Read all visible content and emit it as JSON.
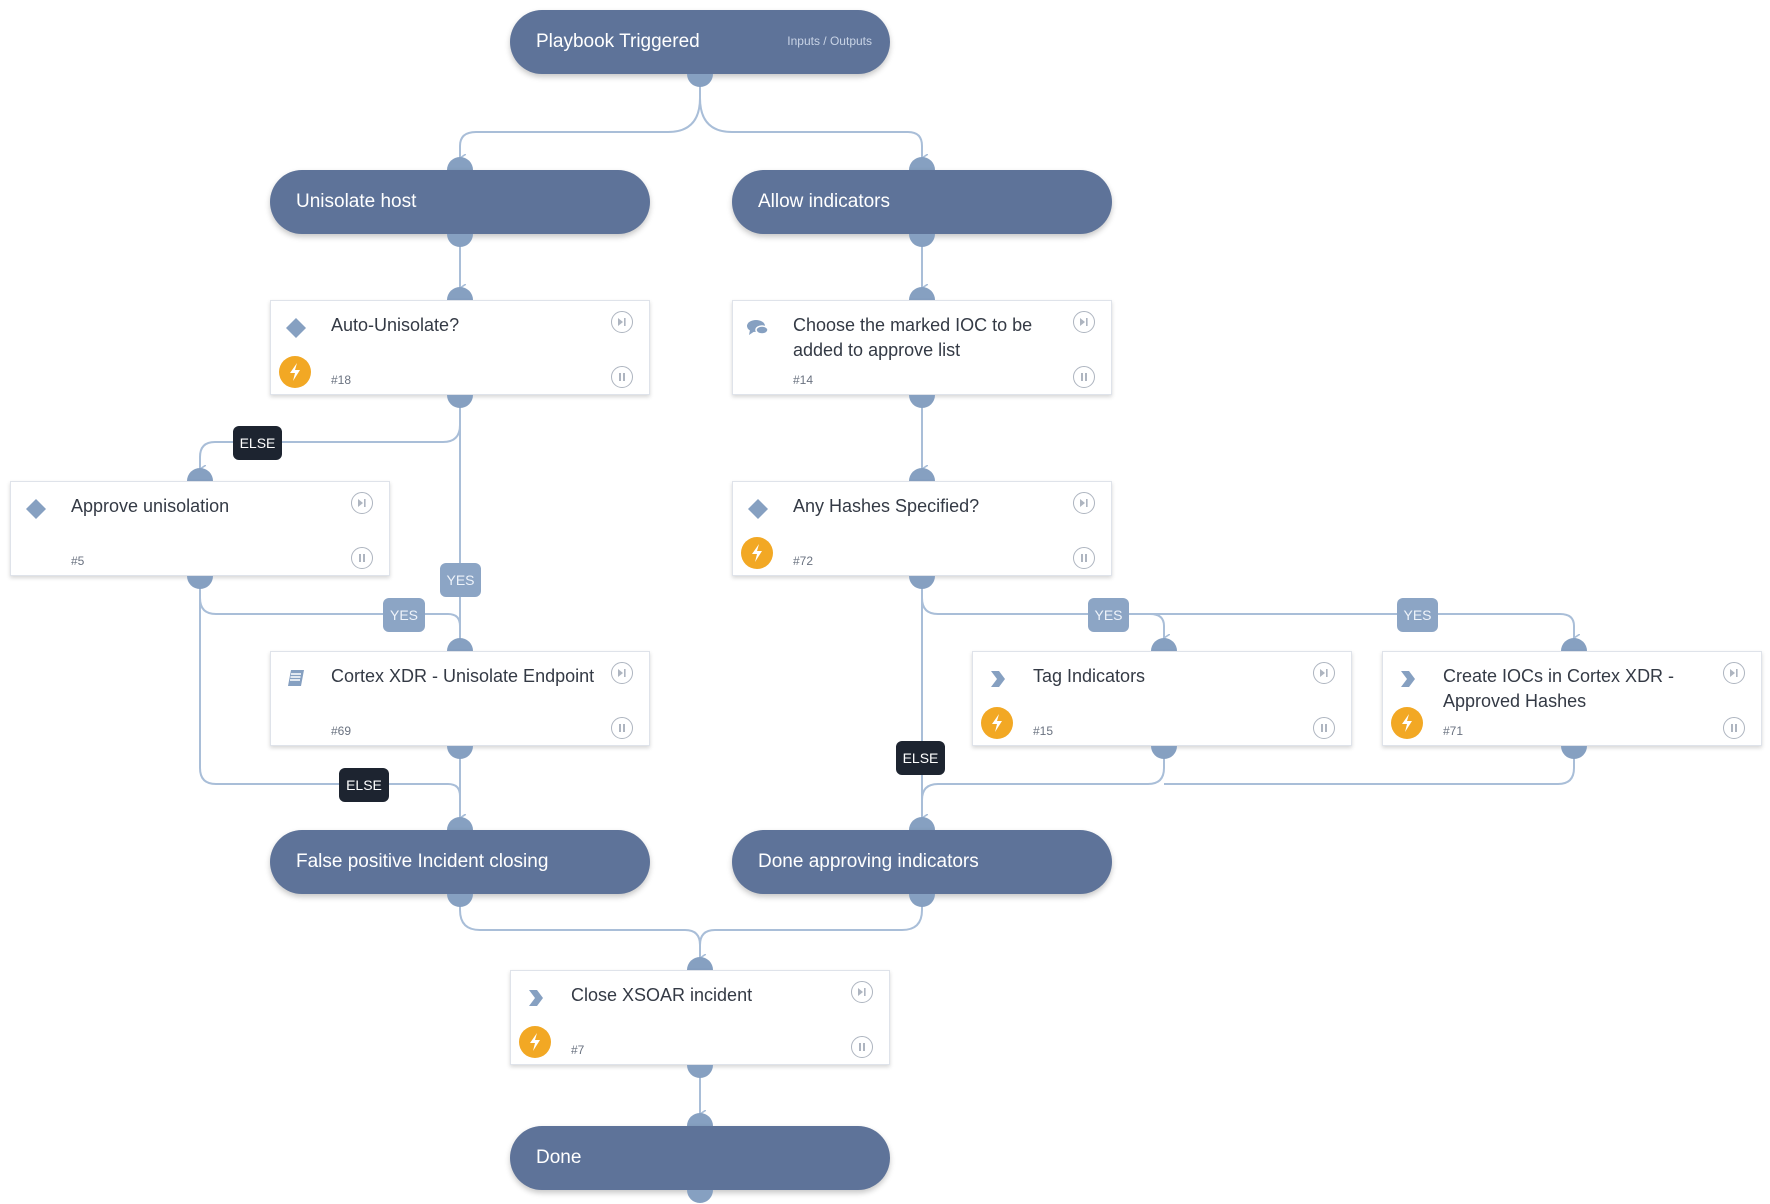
{
  "start": {
    "label": "Playbook Triggered",
    "io_label": "Inputs / Outputs"
  },
  "sections": {
    "unisolate": "Unisolate host",
    "allow": "Allow indicators",
    "false_positive": "False positive Incident closing",
    "done_approving": "Done approving indicators",
    "done": "Done"
  },
  "tasks": {
    "auto_unisolate": {
      "title": "Auto-Unisolate?",
      "number": "#18",
      "type": "condition-icon",
      "automated": true
    },
    "choose_ioc": {
      "title": "Choose the marked IOC to be added to approve list",
      "number": "#14",
      "type": "chat-icon",
      "automated": false
    },
    "approve_unisolation": {
      "title": "Approve unisolation",
      "number": "#5",
      "type": "condition-icon",
      "automated": false
    },
    "any_hashes": {
      "title": "Any Hashes Specified?",
      "number": "#72",
      "type": "condition-icon",
      "automated": true
    },
    "cortex_unisolate": {
      "title": "Cortex XDR - Unisolate Endpoint",
      "number": "#69",
      "type": "playbook-icon",
      "automated": false
    },
    "tag_indicators": {
      "title": "Tag Indicators",
      "number": "#15",
      "type": "chevron-icon",
      "automated": true
    },
    "create_iocs": {
      "title": "Create IOCs in Cortex XDR - Approved Hashes",
      "number": "#71",
      "type": "chevron-icon",
      "automated": true
    },
    "close_incident": {
      "title": "Close XSOAR incident",
      "number": "#7",
      "type": "chevron-icon",
      "automated": true
    }
  },
  "labels": {
    "yes": "YES",
    "else": "ELSE"
  },
  "colors": {
    "section": "#5e7399",
    "edge": "#a9bed8",
    "port": "#86a0c1",
    "yes_badge": "#8ca5c5",
    "else_badge": "#1d2430",
    "automated": "#f2a824"
  }
}
